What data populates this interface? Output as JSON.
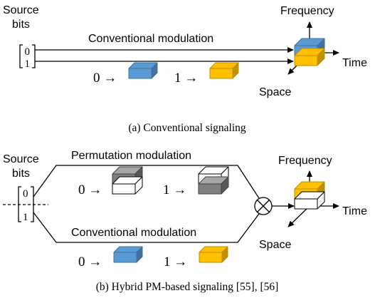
{
  "colors": {
    "blue": "#5B9BD5",
    "blue_dark": "#41719C",
    "yellow": "#FFC000",
    "yellow_dark": "#BF9000",
    "gray_top": "#A6A6A6",
    "gray_front": "#7F7F7F",
    "gray_side": "#595959"
  },
  "icons": [
    "cube-icon",
    "arrow-icon",
    "circled-times-icon"
  ],
  "panel_a": {
    "source_line1": "Source",
    "source_line2": "bits",
    "vector_top": "0",
    "vector_bottom": "1",
    "conventional_label": "Conventional modulation",
    "map_zero": "0 →",
    "map_one": "1 →",
    "axis_frequency": "Frequency",
    "axis_time": "Time",
    "axis_space": "Space",
    "caption": "(a)  Conventional signaling"
  },
  "panel_b": {
    "source_line1": "Source",
    "source_line2": "bits",
    "vector_top": "0",
    "vector_bottom": "1",
    "pm_label": "Permutation modulation",
    "pm_map_zero": "0 →",
    "pm_map_one": "1 →",
    "conventional_label": "Conventional modulation",
    "cm_map_zero": "0 →",
    "cm_map_one": "1 →",
    "axis_frequency": "Frequency",
    "axis_time": "Time",
    "axis_space": "Space",
    "caption": "(b)  Hybrid PM-based signaling [55], [56]"
  }
}
